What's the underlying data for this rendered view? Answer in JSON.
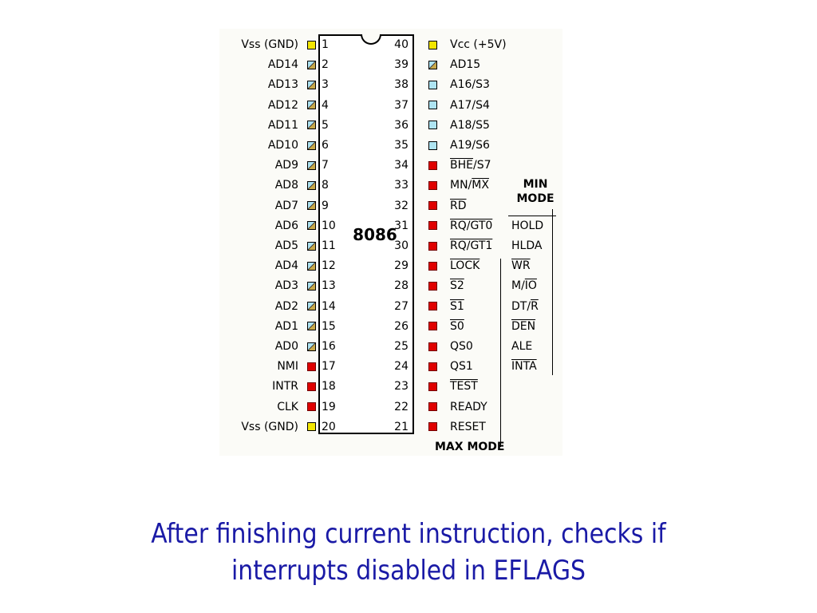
{
  "diagram": {
    "chip_name": "8086",
    "min_mode_header": [
      "MIN",
      "MODE"
    ],
    "max_mode_header": [
      "MAX",
      "MODE"
    ],
    "left_pins": [
      {
        "num": "1",
        "label": "Vss (GND)",
        "type": "yellow"
      },
      {
        "num": "2",
        "label": "AD14",
        "type": "bi"
      },
      {
        "num": "3",
        "label": "AD13",
        "type": "bi"
      },
      {
        "num": "4",
        "label": "AD12",
        "type": "bi"
      },
      {
        "num": "5",
        "label": "AD11",
        "type": "bi"
      },
      {
        "num": "6",
        "label": "AD10",
        "type": "bi"
      },
      {
        "num": "7",
        "label": "AD9",
        "type": "bi"
      },
      {
        "num": "8",
        "label": "AD8",
        "type": "bi"
      },
      {
        "num": "9",
        "label": "AD7",
        "type": "bi"
      },
      {
        "num": "10",
        "label": "AD6",
        "type": "bi"
      },
      {
        "num": "11",
        "label": "AD5",
        "type": "bi"
      },
      {
        "num": "12",
        "label": "AD4",
        "type": "bi"
      },
      {
        "num": "13",
        "label": "AD3",
        "type": "bi"
      },
      {
        "num": "14",
        "label": "AD2",
        "type": "bi"
      },
      {
        "num": "15",
        "label": "AD1",
        "type": "bi"
      },
      {
        "num": "16",
        "label": "AD0",
        "type": "bi"
      },
      {
        "num": "17",
        "label": "NMI",
        "type": "red"
      },
      {
        "num": "18",
        "label": "INTR",
        "type": "red"
      },
      {
        "num": "19",
        "label": "CLK",
        "type": "red"
      },
      {
        "num": "20",
        "label": "Vss (GND)",
        "type": "yellow"
      }
    ],
    "right_pins": [
      {
        "num": "40",
        "label": "Vcc (+5V)",
        "type": "yellow"
      },
      {
        "num": "39",
        "label": "AD15",
        "type": "bi"
      },
      {
        "num": "38",
        "label": "A16/S3",
        "type": "cyan"
      },
      {
        "num": "37",
        "label": "A17/S4",
        "type": "cyan"
      },
      {
        "num": "36",
        "label": "A18/S5",
        "type": "cyan"
      },
      {
        "num": "35",
        "label": "A19/S6",
        "type": "cyan"
      },
      {
        "num": "34",
        "label": "BHE/S7",
        "type": "red",
        "overline": "BHE",
        "rest": "/S7"
      },
      {
        "num": "33",
        "label": "MN/MX",
        "type": "red",
        "pre": "MN/",
        "overline": "MX"
      },
      {
        "num": "32",
        "label": "RD",
        "type": "red",
        "overline": "RD"
      },
      {
        "num": "31",
        "label": "RQ/GT0",
        "type": "red",
        "overline": "RQ/GT0",
        "min": "HOLD"
      },
      {
        "num": "30",
        "label": "RQ/GT1",
        "type": "red",
        "overline": "RQ/GT1",
        "min": "HLDA"
      },
      {
        "num": "29",
        "label": "LOCK",
        "type": "red",
        "overline": "LOCK",
        "min": "WR",
        "min_overline": true
      },
      {
        "num": "28",
        "label": "S2",
        "type": "red",
        "overline": "S2",
        "min": "M/IO",
        "min_pre": "M/",
        "min_ol": "IO"
      },
      {
        "num": "27",
        "label": "S1",
        "type": "red",
        "overline": "S1",
        "min": "DT/R",
        "min_pre": "DT/",
        "min_ol": "R"
      },
      {
        "num": "26",
        "label": "S0",
        "type": "red",
        "overline": "S0",
        "min": "DEN",
        "min_overline": true
      },
      {
        "num": "25",
        "label": "QS0",
        "type": "red",
        "min": "ALE"
      },
      {
        "num": "24",
        "label": "QS1",
        "type": "red",
        "min": "INTA",
        "min_overline": true
      },
      {
        "num": "23",
        "label": "TEST",
        "type": "red",
        "overline": "TEST"
      },
      {
        "num": "22",
        "label": "READY",
        "type": "red"
      },
      {
        "num": "21",
        "label": "RESET",
        "type": "red"
      }
    ]
  },
  "caption": {
    "line1": "After finishing current instruction, checks if",
    "line2": "interrupts disabled in EFLAGS"
  }
}
